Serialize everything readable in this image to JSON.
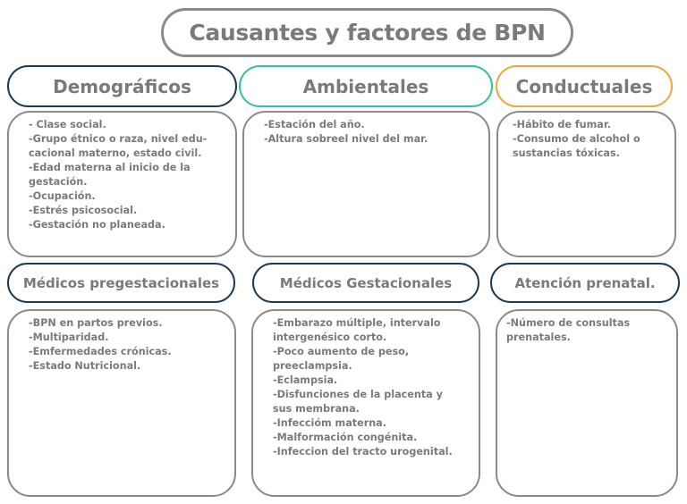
{
  "title": "Causantes y factores  de BPN",
  "categories": {
    "demograficos": {
      "label": "Demográficos",
      "items": [
        "- Clase social.",
        "-Grupo étnico o raza, nivel edu-",
        "cacional materno, estado civil.",
        "-Edad materna al inicio de la",
        "gestación.",
        "-Ocupación.",
        "-Estrés psicosocial.",
        "-Gestación no planeada."
      ]
    },
    "ambientales": {
      "label": "Ambientales",
      "items": [
        "-Estación del año.",
        "-Altura sobreel nivel del mar."
      ]
    },
    "conductuales": {
      "label": "Conductuales",
      "items": [
        "-Hábito de fumar.",
        "-Consumo de alcohol o",
        "sustancias tóxicas."
      ]
    },
    "medicos_pregestacionales": {
      "label": "Médicos pregestacionales",
      "items": [
        "-BPN en partos previos.",
        "-Multiparidad.",
        "-Emfermedades crónicas.",
        "-Estado Nutricional."
      ]
    },
    "medicos_gestacionales": {
      "label": "Médicos Gestacionales",
      "items": [
        "-Embarazo múltiple, intervalo",
        "intergenésico corto.",
        "-Poco aumento de peso,",
        "preeclampsia.",
        "-Eclampsia.",
        "-Disfunciones de la placenta y",
        "sus membrana.",
        "-Infeccióm materna.",
        "-Malformación congénita.",
        "-Infeccion del tracto urogenital."
      ]
    },
    "atencion_prenatal": {
      "label": "Atención prenatal.",
      "items": [
        "-Número de consultas",
        "prenatales."
      ]
    }
  },
  "colors": {
    "dark_navy": "#1d3a52",
    "teal": "#37bfa4",
    "orange": "#f0a63e",
    "gray_text": "#7a7a7a",
    "gray_border": "#8a8a8a"
  }
}
